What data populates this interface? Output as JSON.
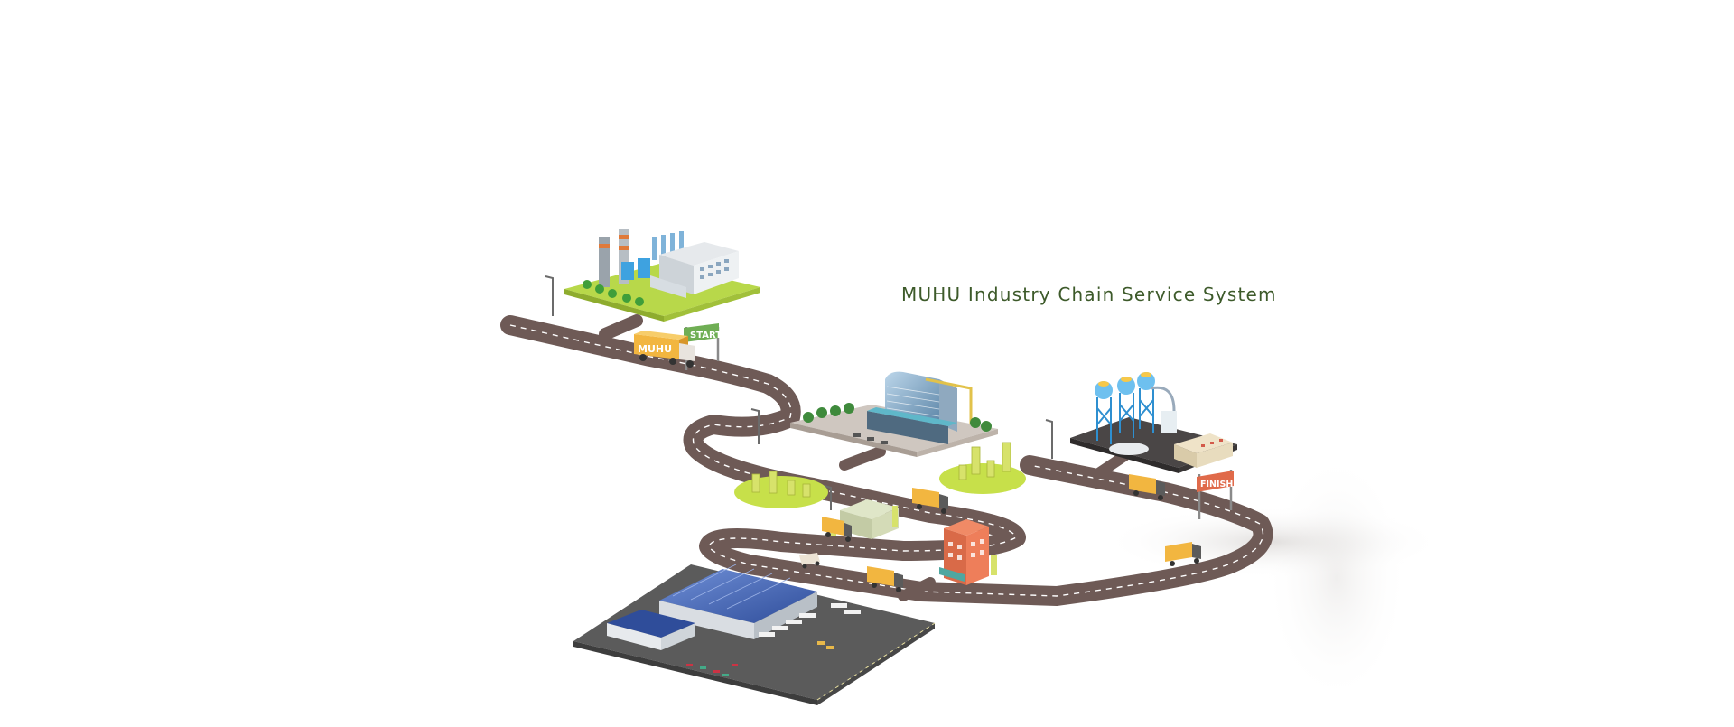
{
  "title": "MUHU Industry Chain Service System",
  "signs": {
    "start": "START",
    "finish": "FINISH"
  },
  "truck_brand": "MUHU",
  "colors": {
    "road": "#6e5a56",
    "road_line": "#ffffff",
    "grass": "#c7e04a",
    "title_text": "#3d5a2a",
    "start_sign": "#6fae54",
    "finish_sign": "#e06a4a",
    "truck": "#f2b640"
  },
  "scene_items": [
    {
      "name": "factory",
      "icon": "factory-icon"
    },
    {
      "name": "office-building",
      "icon": "office-building-icon"
    },
    {
      "name": "chemical-plant",
      "icon": "chemical-plant-icon"
    },
    {
      "name": "warehouse",
      "icon": "warehouse-icon"
    },
    {
      "name": "retail-store",
      "icon": "store-icon"
    },
    {
      "name": "apartment",
      "icon": "apartment-icon"
    }
  ]
}
